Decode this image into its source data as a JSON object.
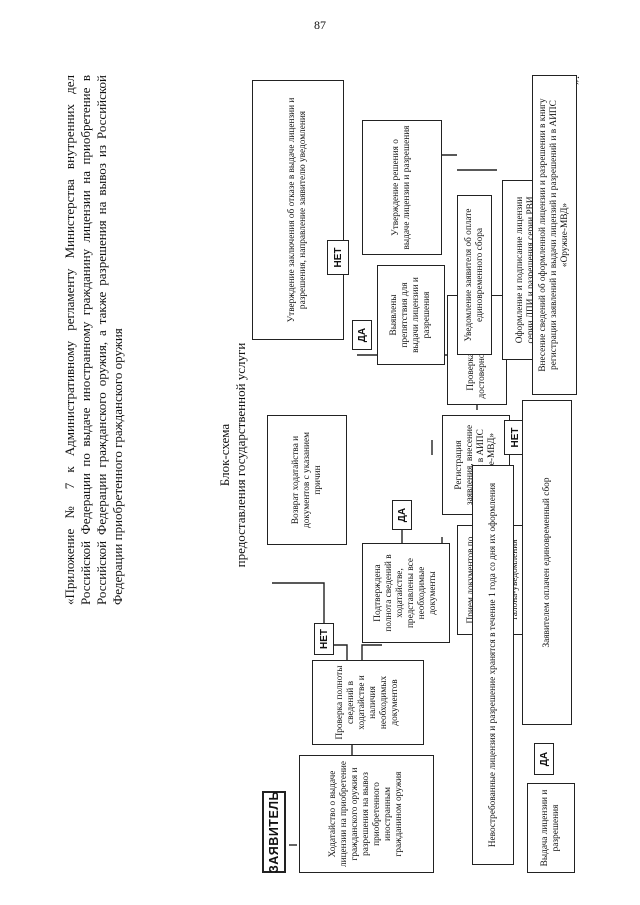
{
  "page_number": "87",
  "header": {
    "text": "«Приложение № 7 к Административному регламенту Министерства внутренних дел Российской Федерации по выдаче иностранному гражданину лицензии на приобретение в Российской Федерации гражданского оружия, а также разрешения на вывоз из Российской Федерации приобретенного гражданского оружия",
    "closing": "»."
  },
  "scheme_title": {
    "line1": "Блок-схема",
    "line2": "предоставления государственной услуги"
  },
  "applicant": "ЗАЯВИТЕЛЬ",
  "boxes": {
    "petition": "Ходатайство о выдаче лицензии на приобретение гражданского оружия и разрешения на вывоз приобретенного иностранным гражданином оружия",
    "check_completeness": "Проверка полноты сведений в ходатайстве и наличия необходимых документов",
    "confirmed": "Подтверждена полнота сведений в ходатайстве, представлены все необходимые документы",
    "return_docs": "Возврат ходатайства и документов с указанием причин",
    "accept_docs": "Прием документов по описи, и выдача заявителю одного экземпляра описи и талона-уведомления",
    "registration": "Регистрация заявления, внесение сведений в АИПС «Оружие-МВД»",
    "check_accuracy": "Проверка полноты и достоверности сведений",
    "refusal": "Утверждение заключения об отказе в выдаче лицензии и разрешения, направление заявителю уведомления",
    "obstacles": "Выявлены препятствия для выдачи лицензии и разрешения",
    "approval": "Утверждение решения о выдаче лицензии и разрешения",
    "notify_fee": "Уведомление заявителя об оплате единовременного сбора",
    "issue_sign": "Оформление и подписание лицензии серии ЛПИ и разрешения серии РВИ",
    "record": "Внесение сведений об оформленной лицензии и разрешении в книгу регистрации заявлений и выдачи лицензий и разрешений и в АИПС «Оружие-МВД»",
    "unclaimed": "Невостребованные лицензия и разрешение хранятся в течение 1 года со дня их оформления",
    "fee_paid": "Заявителем оплачен единовременный сбор",
    "issue": "Выдача лицензии и разрешения"
  },
  "decisions": {
    "no1": "НЕТ",
    "yes1": "ДА",
    "yes2": "ДА",
    "no2": "НЕТ",
    "no3": "НЕТ",
    "yes3": "ДА"
  }
}
